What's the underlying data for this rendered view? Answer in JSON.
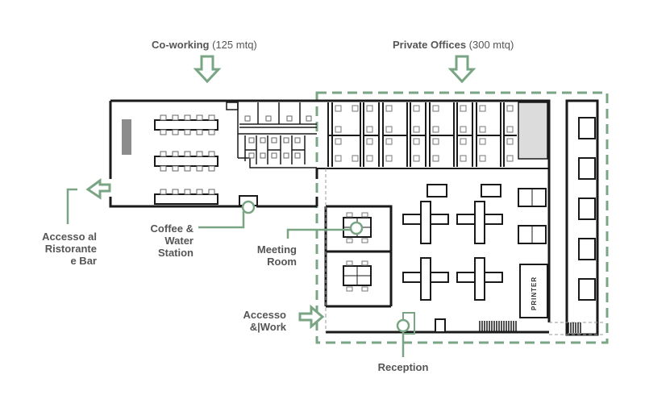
{
  "labels": {
    "coworking_name": "Co-working",
    "coworking_size": "(125 mtq)",
    "private_name": "Private Offices",
    "private_size": "(300 mtq)",
    "ristorante": [
      "Accesso al",
      "Ristorante",
      "e Bar"
    ],
    "coffee": [
      "Coffee &",
      "Water",
      "Station"
    ],
    "meeting": [
      "Meeting",
      "Room"
    ],
    "work": [
      "Accesso",
      "&|Work"
    ],
    "reception": "Reception",
    "printer": "PRINTER"
  },
  "colors": {
    "accent": "#7aa584",
    "wall": "#1a1a1a",
    "label": "#555555",
    "storage": "#dcdcdc"
  },
  "icons": {
    "arrow": "arrow-icon",
    "marker": "circle-marker-icon"
  }
}
